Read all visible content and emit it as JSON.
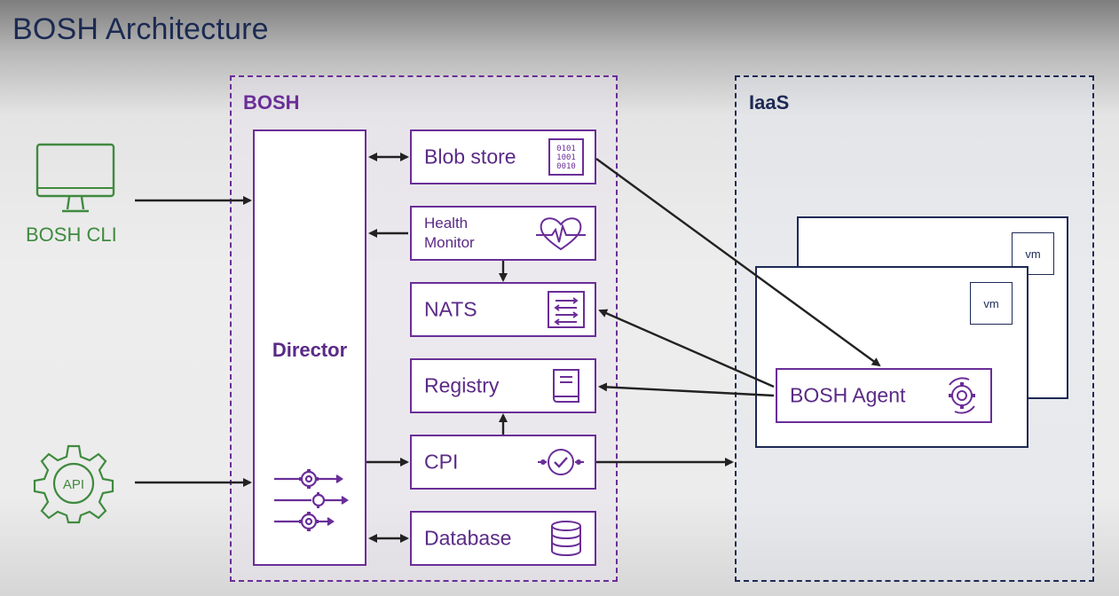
{
  "title": "BOSH Architecture",
  "groups": {
    "bosh": "BOSH",
    "iaas": "IaaS"
  },
  "director": "Director",
  "components": {
    "blobstore": "Blob store",
    "health_line1": "Health",
    "health_line2": "Monitor",
    "nats": "NATS",
    "registry": "Registry",
    "cpi": "CPI",
    "database": "Database"
  },
  "blob_icon_text": [
    "0101",
    "1001",
    "0010"
  ],
  "external": {
    "cli": "BOSH CLI",
    "api": "API"
  },
  "vms": {
    "back_tag": "vm",
    "front_tag": "vm",
    "agent": "BOSH Agent"
  },
  "colors": {
    "bosh_purple": "#6a2e98",
    "iaas_navy": "#1d2a55",
    "external_green": "#3f8a3f"
  },
  "icons": [
    "monitor-icon",
    "api-gear-icon",
    "binary-icon",
    "heartbeat-icon",
    "message-queue-icon",
    "book-icon",
    "cpi-check-icon",
    "database-icon",
    "agent-gear-icon",
    "process-gears-icon"
  ]
}
